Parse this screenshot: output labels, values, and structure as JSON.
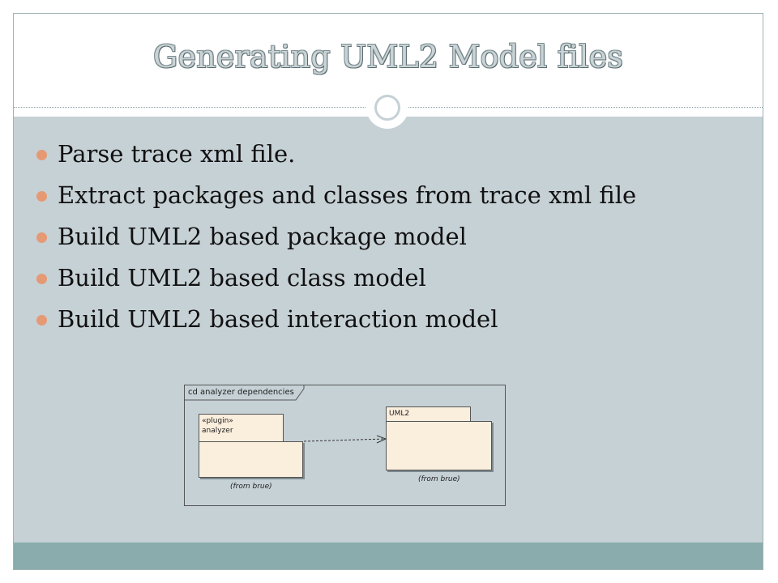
{
  "slide": {
    "title": "Generating UML2 Model files",
    "bullets": [
      "Parse trace xml file.",
      "Extract packages and classes from trace xml file",
      "Build UML2 based package model",
      "Build UML2 based class model",
      "Build UML2 based interaction model"
    ]
  },
  "diagram": {
    "frame_label": "cd analyzer dependencies",
    "package_analyzer": {
      "stereotype": "«plugin»",
      "name": "analyzer",
      "from_note": "(from brue)"
    },
    "package_uml2": {
      "name": "UML2",
      "from_note": "(from brue)"
    }
  },
  "colors": {
    "content_bg": "#c6d1d6",
    "footer_bar": "#8aacac",
    "bullet": "#e59a74",
    "package_fill": "#faeedd"
  }
}
